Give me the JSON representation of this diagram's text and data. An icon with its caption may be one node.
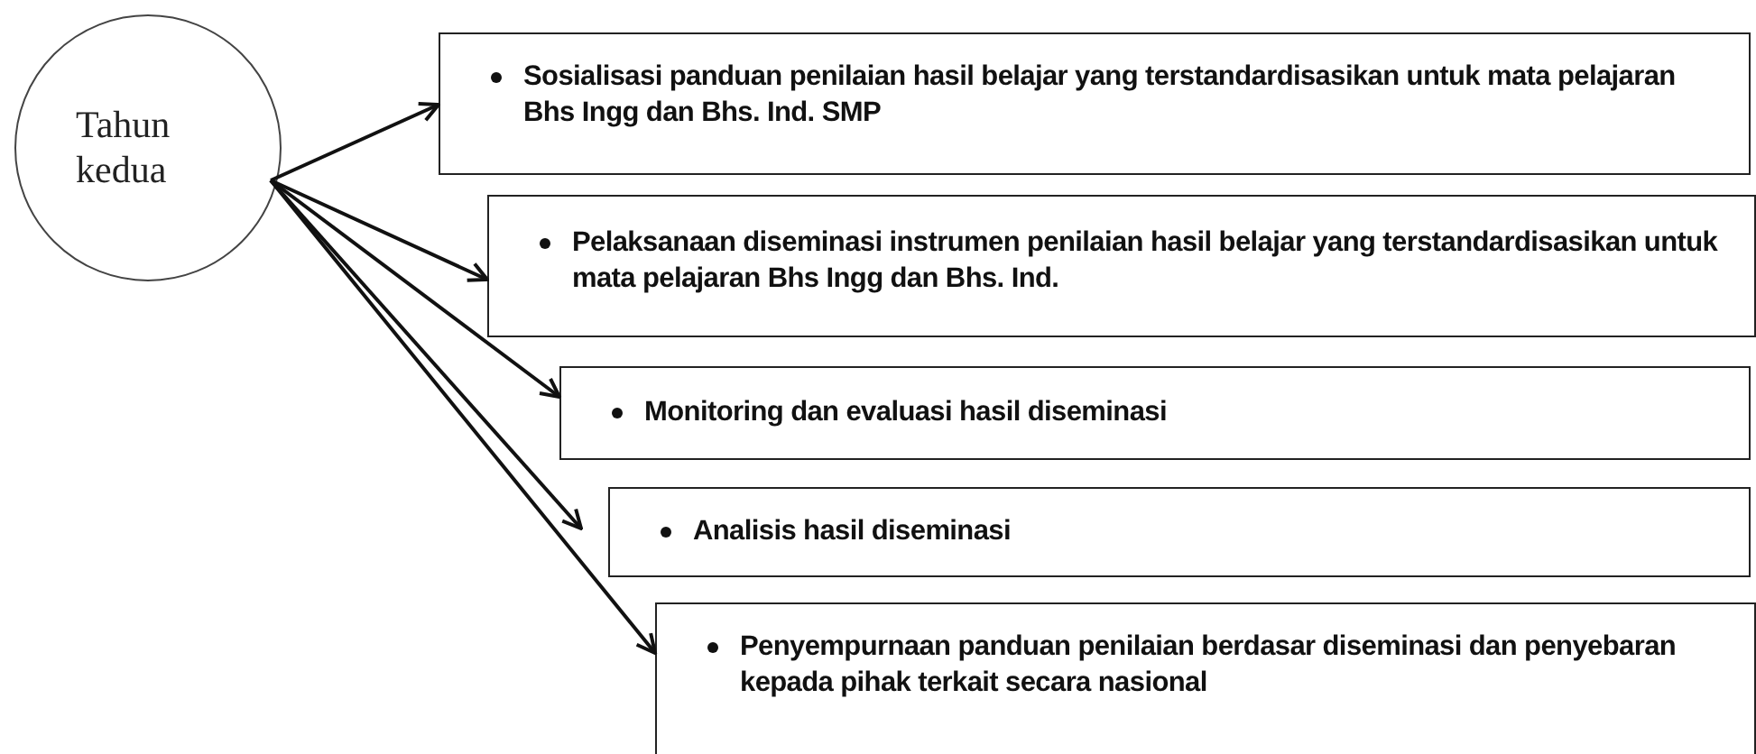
{
  "diagram": {
    "nodes": [
      {
        "text": [
          "Tahun kedua"
        ]
      },
      {
        "text": [
          "Sosialisasi panduan penilaian hasil belajar yang terstandardisasikan untuk mata pelajaran Bhs Ingg dan Bhs. Ind. SMP"
        ]
      },
      {
        "text": [
          "Pelaksanaan diseminasi instrumen penilaian hasil belajar yang terstandardisasikan untuk mata pelajaran Bhs Ingg dan Bhs. Ind."
        ]
      },
      {
        "text": [
          "Monitoring dan evaluasi hasil diseminasi"
        ]
      },
      {
        "text": [
          "Analisis hasil diseminasi"
        ]
      },
      {
        "text": [
          "Penyempurnaan panduan penilaian berdasar diseminasi dan penyebaran kepada pihak terkait secara nasional"
        ]
      }
    ],
    "edges": [
      {
        "from": 0,
        "to": 1,
        "arrow": "to"
      },
      {
        "from": 0,
        "to": 2,
        "arrow": "to"
      },
      {
        "from": 0,
        "to": 3,
        "arrow": "to"
      },
      {
        "from": 0,
        "to": 4,
        "arrow": "to"
      },
      {
        "from": 0,
        "to": 5,
        "arrow": "to"
      }
    ]
  }
}
